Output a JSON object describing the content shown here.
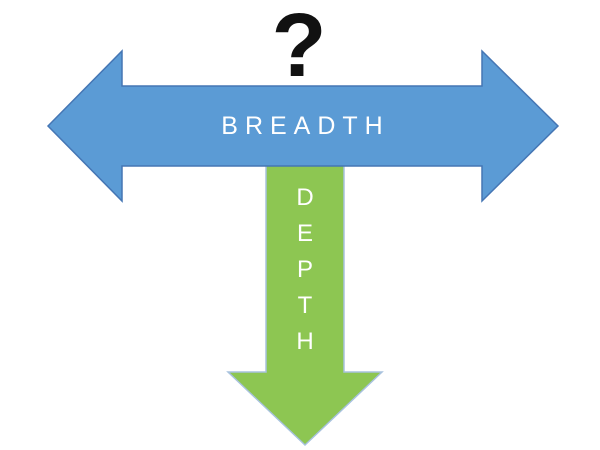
{
  "question_mark": {
    "symbol": "?",
    "color": "#111111"
  },
  "breadth_arrow": {
    "label": "BREADTH",
    "direction": "horizontal-double",
    "fill": "#5B9BD5",
    "border": "#4576B4",
    "text_color": "#FFFFFF"
  },
  "depth_arrow": {
    "label": "DEPTH",
    "letters": [
      "D",
      "E",
      "P",
      "T",
      "H"
    ],
    "direction": "down",
    "fill": "#8DC652",
    "border": "#A8C2DE",
    "text_color": "#FFFFFF"
  }
}
